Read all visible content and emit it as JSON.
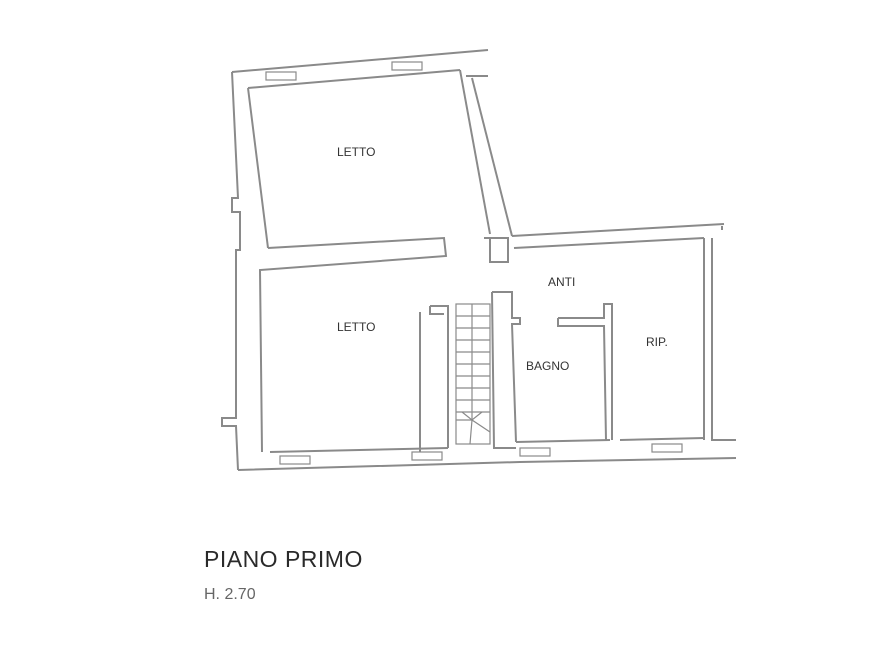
{
  "floor_plan": {
    "rooms": [
      {
        "id": "letto-1",
        "label": "LETTO"
      },
      {
        "id": "letto-2",
        "label": "LETTO"
      },
      {
        "id": "anti",
        "label": "ANTI"
      },
      {
        "id": "bagno",
        "label": "BAGNO"
      },
      {
        "id": "rip",
        "label": "RIP."
      }
    ],
    "title": "PIANO PRIMO",
    "height": "H. 2.70"
  }
}
